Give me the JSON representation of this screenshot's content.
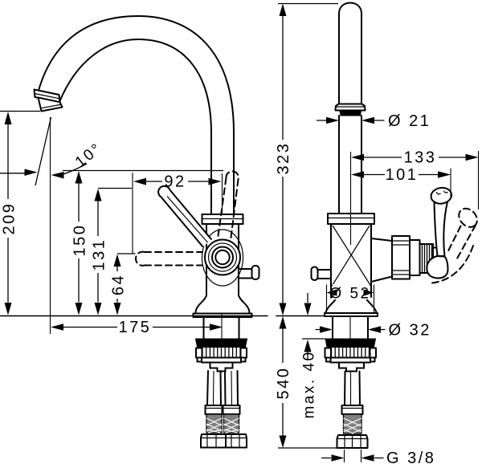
{
  "drawing": {
    "kind": "faucet-dimensional-drawing",
    "colors": {
      "line": "#000000",
      "background": "#ffffff"
    }
  },
  "views": {
    "left": {
      "dimensions": {
        "outlet_height": "209",
        "swivel_angle": "10°",
        "lever_reach": "92",
        "spout_height": "150",
        "lever_height": "131",
        "lever_low_height": "64",
        "total_projection": "175"
      }
    },
    "right": {
      "dimensions": {
        "total_height": "323",
        "pipe_diameter": "Ø 21",
        "handle_swing_width": "133",
        "handle_width": "101",
        "body_diameter": "Ø 52",
        "shank_diameter": "Ø 32",
        "hose_length": "540",
        "max_mounting_thickness": "max. 40",
        "connection_thread": "G 3/8"
      }
    }
  }
}
